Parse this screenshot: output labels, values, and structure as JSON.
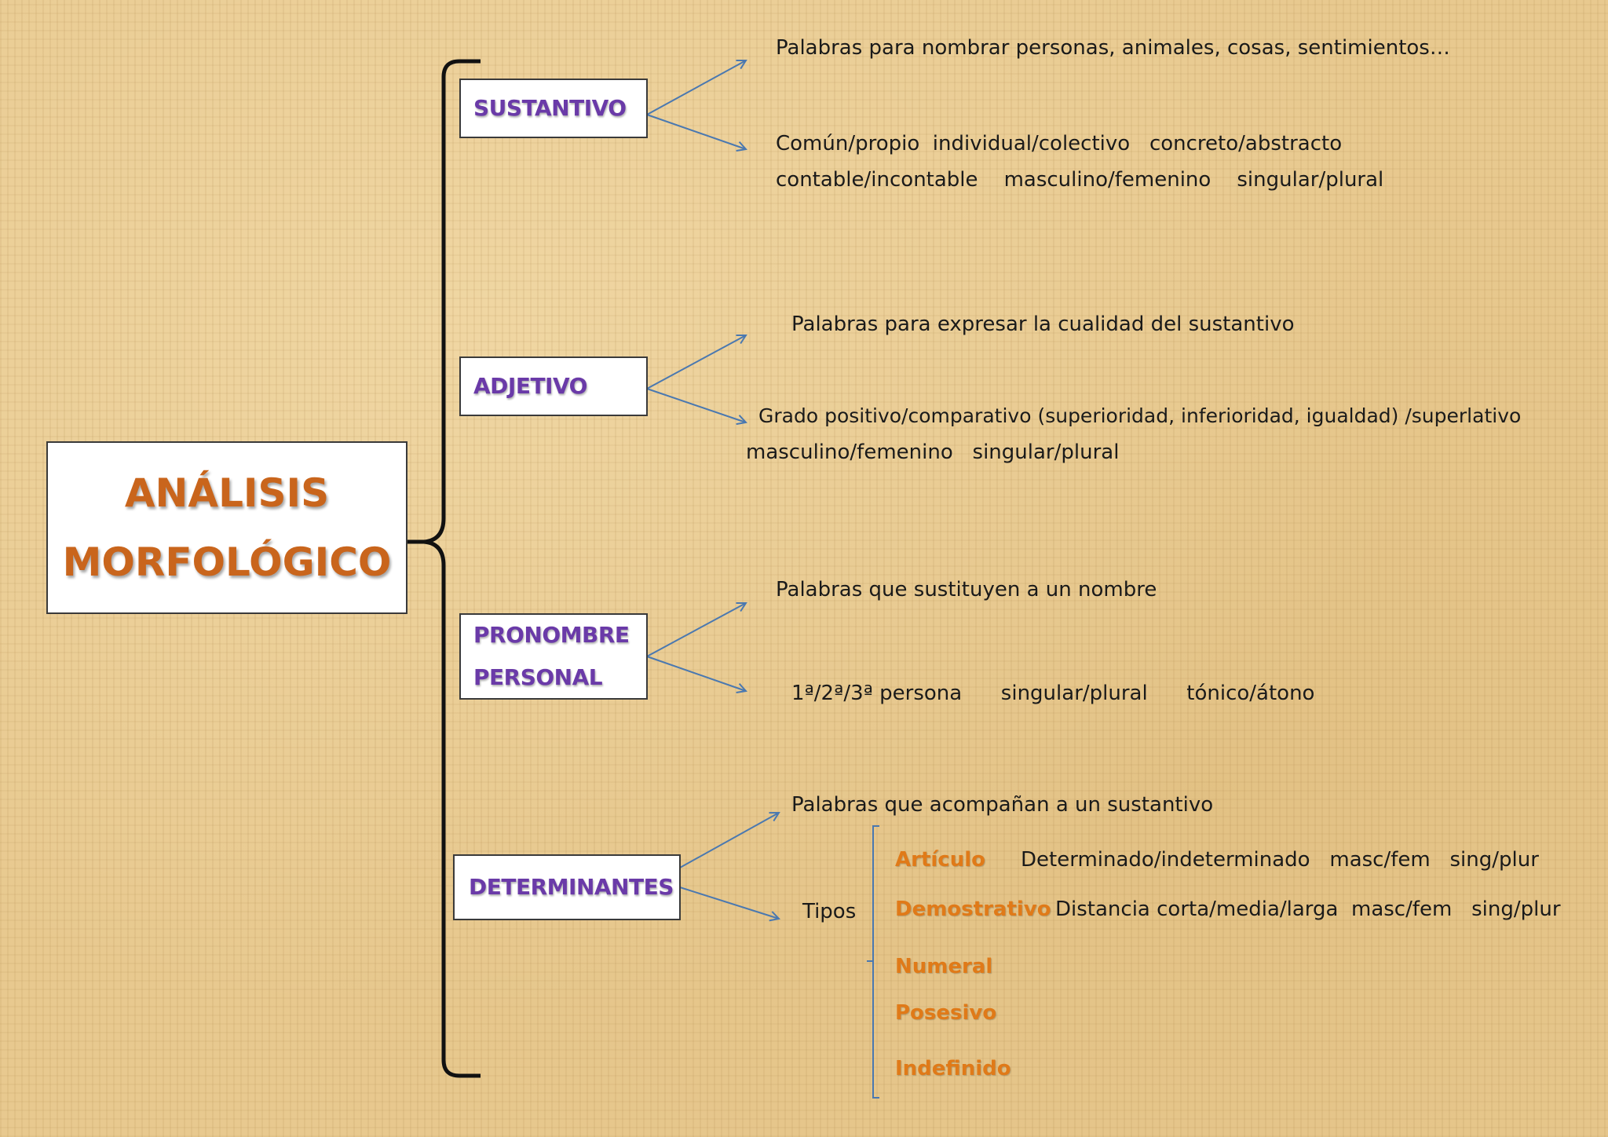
{
  "title": {
    "line1": "ANÁLISIS",
    "line2": "MORFOLÓGICO"
  },
  "categories": {
    "sustantivo": {
      "label": "SUSTANTIVO",
      "definition": "Palabras para nombrar personas, animales, cosas, sentimientos…",
      "features_line1": "Común/propio  individual/colectivo   concreto/abstracto",
      "features_line2": "contable/incontable    masculino/femenino    singular/plural"
    },
    "adjetivo": {
      "label": "ADJETIVO",
      "definition": "Palabras para expresar la cualidad del sustantivo",
      "features_line1": "Grado positivo/comparativo (superioridad, inferioridad, igualdad) /superlativo",
      "features_line2": "masculino/femenino   singular/plural"
    },
    "pronombre": {
      "label_line1": "PRONOMBRE",
      "label_line2": "PERSONAL",
      "definition": "Palabras que sustituyen a un nombre",
      "features": "1ª/2ª/3ª persona      singular/plural      tónico/átono"
    },
    "determinantes": {
      "label": "DETERMINANTES",
      "definition": "Palabras que acompañan a un sustantivo",
      "types_label": "Tipos",
      "types": [
        {
          "name": "Artículo",
          "features": "Determinado/indeterminado   masc/fem   sing/plur"
        },
        {
          "name": "Demostrativo",
          "features": "Distancia corta/media/larga  masc/fem   sing/plur"
        },
        {
          "name": "Numeral",
          "features": ""
        },
        {
          "name": "Posesivo",
          "features": ""
        },
        {
          "name": "Indefinido",
          "features": ""
        }
      ]
    }
  },
  "colors": {
    "title": "#c9651c",
    "category": "#6a3aa8",
    "type": "#e07a18",
    "arrow": "#4a78b0",
    "bracket": "#111111"
  }
}
